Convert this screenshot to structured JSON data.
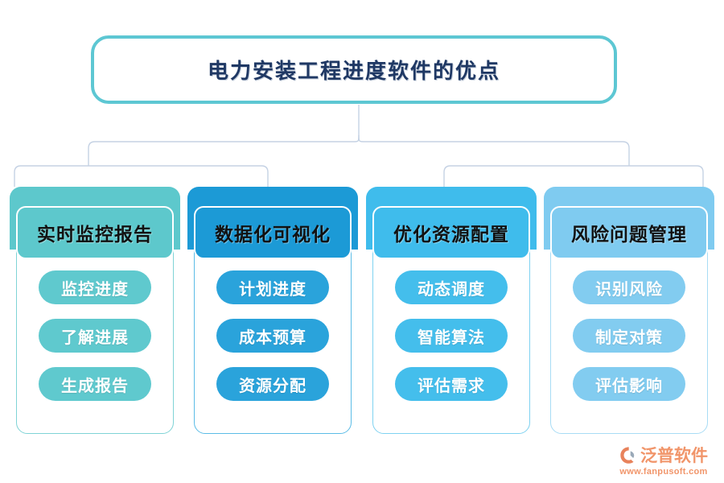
{
  "root": {
    "title": "电力安装工程进度软件的优点",
    "border_color": "#5DC7D3",
    "text_color": "#1F3864"
  },
  "connector": {
    "color": "#C5D2E4"
  },
  "columns": [
    {
      "header": "实时监控报告",
      "color": "#5DC8CC",
      "pill_color": "#5FC9CE",
      "border_color": "#7FD3D6",
      "items": [
        "监控进度",
        "了解进展",
        "生成报告"
      ]
    },
    {
      "header": "数据化可视化",
      "color": "#1C9AD6",
      "pill_color": "#2AA3DB",
      "border_color": "#5BBCE6",
      "items": [
        "计划进度",
        "成本预算",
        "资源分配"
      ]
    },
    {
      "header": "优化资源配置",
      "color": "#3FBCEC",
      "pill_color": "#44BEEC",
      "border_color": "#7FD2F1",
      "items": [
        "动态调度",
        "智能算法",
        "评估需求"
      ]
    },
    {
      "header": "风险问题管理",
      "color": "#7FCBF0",
      "pill_color": "#82CCF0",
      "border_color": "#A8DCF5",
      "items": [
        "识别风险",
        "制定对策",
        "评估影响"
      ]
    }
  ],
  "logo": {
    "name": "泛普软件",
    "url": "www.fanpusoft.com",
    "color": "#F1956A"
  }
}
